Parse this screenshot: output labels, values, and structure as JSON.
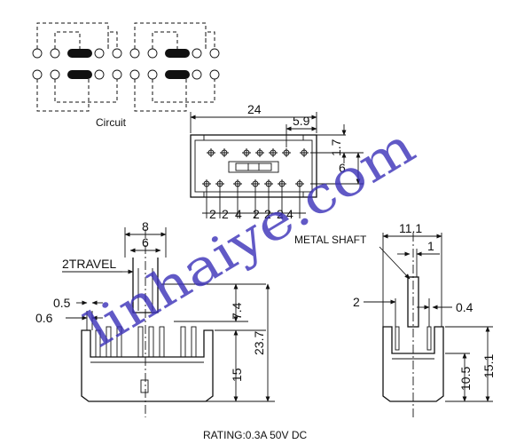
{
  "circuit": {
    "label": "Circuit"
  },
  "top_view": {
    "width": "24",
    "pin_offset": "5.9",
    "row_spacing": "6",
    "edge_offset": "1.7",
    "pitch_labels": [
      "2",
      "2",
      "4",
      "2",
      "2",
      "2",
      "4"
    ]
  },
  "front_view": {
    "dim_8": "8",
    "dim_6": "6",
    "travel": "2TRAVEL",
    "dim_0_5": "0.5",
    "dim_0_6": "0.6",
    "dim_7_4": "7.4",
    "dim_23_7": "23.7",
    "dim_15": "15"
  },
  "side_view": {
    "dim_11_1": "11.1",
    "dim_1": "1",
    "shaft_label": "METAL SHAFT",
    "dim_2": "2",
    "dim_0_4": "0.4",
    "dim_10_5": "10.5",
    "dim_15_1": "15.1"
  },
  "rating": "RATING:0.3A 50V DC",
  "watermark": "linhaiye.com"
}
